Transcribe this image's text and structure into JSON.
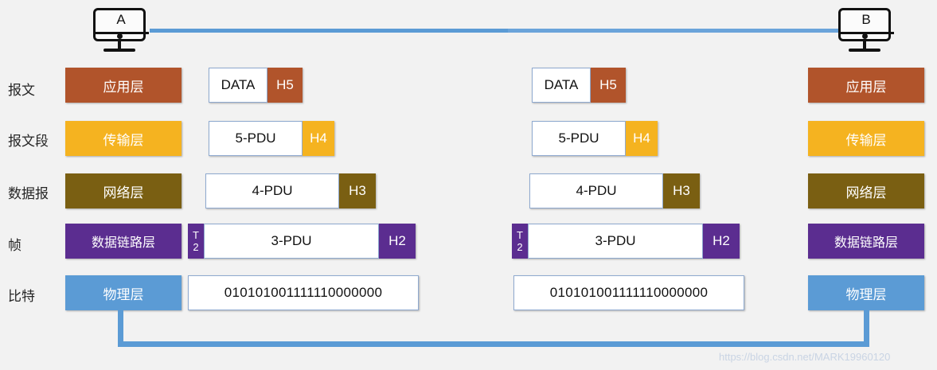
{
  "diagram": {
    "title": "OSI/TCP-IP five-layer encapsulation between host A and host B",
    "hosts": [
      {
        "name": "host-a",
        "letter": "A"
      },
      {
        "name": "host-b",
        "letter": "B"
      }
    ],
    "colors": {
      "application": "#b1542b",
      "transport": "#f5b320",
      "network": "#7a5f12",
      "datalink": "#5b2d90",
      "physical": "#5b9bd5",
      "link_line": "#5b9bd5",
      "payload_border": "#8faad0",
      "background": "#f2f2f2",
      "label_text": "#262626"
    },
    "rows": [
      {
        "pdu_name": "报文",
        "layer_name": "应用层",
        "color_key": "application",
        "payload_label": "DATA",
        "header_label": "H5",
        "trailer_label": null
      },
      {
        "pdu_name": "报文段",
        "layer_name": "传输层",
        "color_key": "transport",
        "payload_label": "5-PDU",
        "header_label": "H4",
        "trailer_label": null
      },
      {
        "pdu_name": "数据报",
        "layer_name": "网络层",
        "color_key": "network",
        "payload_label": "4-PDU",
        "header_label": "H3",
        "trailer_label": null
      },
      {
        "pdu_name": "帧",
        "layer_name": "数据链路层",
        "color_key": "datalink",
        "payload_label": "3-PDU",
        "header_label": "H2",
        "trailer_label": "T2"
      },
      {
        "pdu_name": "比特",
        "layer_name": "物理层",
        "color_key": "physical",
        "payload_label": "010101001111110000000",
        "header_label": null,
        "trailer_label": null
      }
    ],
    "watermark": "https://blog.csdn.net/MARK19960120"
  }
}
